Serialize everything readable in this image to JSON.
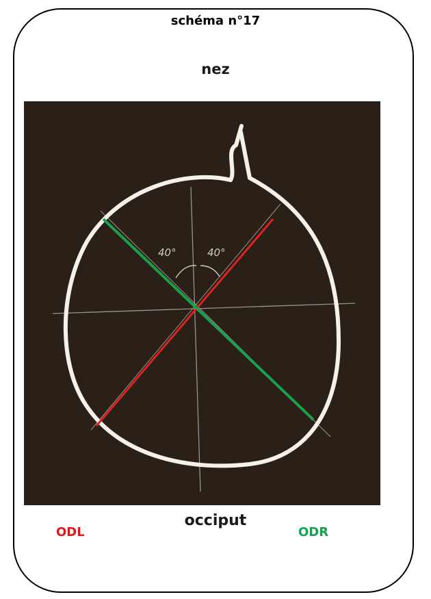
{
  "header": {
    "title": "schéma n°17",
    "top_label": "nez"
  },
  "figure": {
    "angle_left": "40°",
    "angle_right": "40°",
    "colors": {
      "board": "#2a2018",
      "outline": "#f4f1ea",
      "guide": "#9a958c",
      "odl_line": "#e0221e",
      "odr_line": "#1aa04c"
    }
  },
  "footer": {
    "bottom_label": "occiput",
    "left_label": "ODL",
    "right_label": "ODR",
    "left_color": "#e8141c",
    "right_color": "#14a050"
  }
}
